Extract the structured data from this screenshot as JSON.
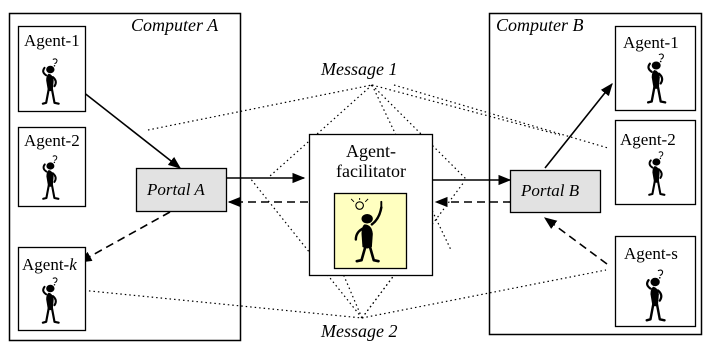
{
  "computers": {
    "a": {
      "title": "Computer A"
    },
    "b": {
      "title": "Computer B"
    }
  },
  "messages": {
    "top": "Message 1",
    "bottom": "Message 2"
  },
  "portals": {
    "a": "Portal A",
    "b": "Portal B"
  },
  "facilitator": {
    "line1": "Agent-",
    "line2": "facilitator",
    "background": "#ffffc0"
  },
  "agents_left": [
    {
      "prefix": "Agent-",
      "suffix": "1"
    },
    {
      "prefix": "Agent-",
      "suffix": "2"
    },
    {
      "prefix": "Agent-",
      "suffix": "k"
    }
  ],
  "agents_right": [
    {
      "prefix": "Agent-",
      "suffix": "1"
    },
    {
      "prefix": "Agent-",
      "suffix": "2"
    },
    {
      "prefix": "Agent-",
      "suffix": "s"
    }
  ],
  "colors": {
    "portal_fill": "#e2e2e2",
    "line": "#000000"
  },
  "icons": {
    "agent": "thinking-person-icon",
    "facilitator": "pointing-person-idea-icon"
  }
}
